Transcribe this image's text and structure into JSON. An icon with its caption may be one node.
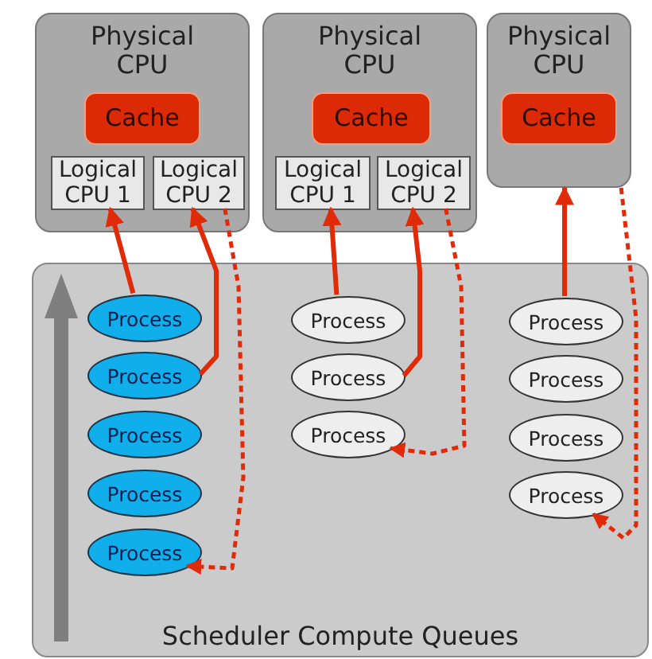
{
  "diagram": {
    "nodes": [
      {
        "text": [
          "Physical CPU"
        ]
      },
      {
        "text": [
          "Cache"
        ],
        "in": 0
      },
      {
        "text": [
          "Logical CPU 1"
        ],
        "in": 0
      },
      {
        "text": [
          "Logical CPU 2"
        ],
        "in": 0
      },
      {
        "text": [
          "Physical CPU"
        ]
      },
      {
        "text": [
          "Cache"
        ],
        "in": 4
      },
      {
        "text": [
          "Logical CPU 1"
        ],
        "in": 4
      },
      {
        "text": [
          "Logical CPU 2"
        ],
        "in": 4
      },
      {
        "text": [
          "Physical CPU"
        ]
      },
      {
        "text": [
          "Cache"
        ],
        "in": 8
      },
      {
        "text": [
          "Scheduler Compute Queues"
        ]
      },
      {
        "text": [
          "Process"
        ],
        "in": 10
      },
      {
        "text": [
          "Process"
        ],
        "in": 10
      },
      {
        "text": [
          "Process"
        ],
        "in": 10
      },
      {
        "text": [
          "Process"
        ],
        "in": 10
      },
      {
        "text": [
          "Process"
        ],
        "in": 10
      },
      {
        "text": [
          "Process"
        ],
        "in": 10
      },
      {
        "text": [
          "Process"
        ],
        "in": 10
      },
      {
        "text": [
          "Process"
        ],
        "in": 10
      },
      {
        "text": [
          "Process"
        ],
        "in": 10
      },
      {
        "text": [
          "Process"
        ],
        "in": 10
      },
      {
        "text": [
          "Process"
        ],
        "in": 10
      },
      {
        "text": [
          "Process"
        ],
        "in": 10
      }
    ],
    "edges": [
      {
        "from": 11,
        "to": 2,
        "arrow": "to"
      },
      {
        "from": 12,
        "to": 3,
        "arrow": "to"
      },
      {
        "from": 3,
        "to": 15,
        "arrow": "to",
        "style": "dashed"
      },
      {
        "from": 16,
        "to": 6,
        "arrow": "to"
      },
      {
        "from": 17,
        "to": 7,
        "arrow": "to"
      },
      {
        "from": 7,
        "to": 18,
        "arrow": "to",
        "style": "dashed"
      },
      {
        "from": 19,
        "to": 8,
        "arrow": "to"
      },
      {
        "from": 8,
        "to": 22,
        "arrow": "to",
        "style": "dashed"
      }
    ]
  }
}
